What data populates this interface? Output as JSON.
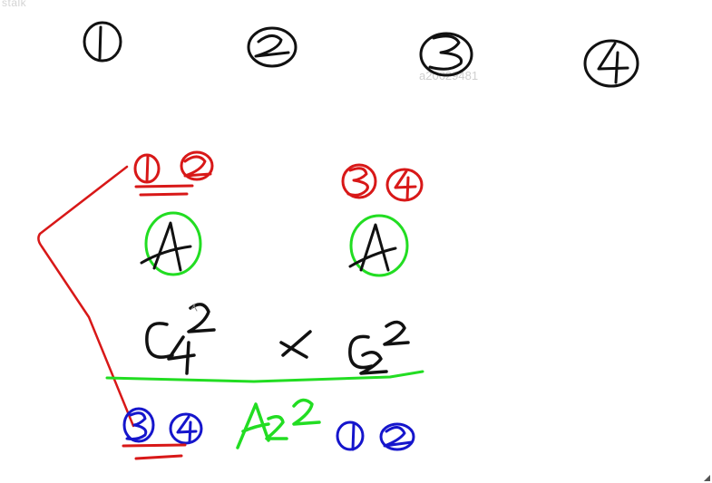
{
  "header": {
    "corner_label": "stalk",
    "watermark": "a20629481"
  },
  "top_row": [
    "1",
    "2",
    "3",
    "4"
  ],
  "pairs": {
    "left": [
      "1",
      "2"
    ],
    "right": [
      "3",
      "4"
    ]
  },
  "arrangement": {
    "left_letter": "A",
    "right_letter": "A"
  },
  "formula": {
    "c1_base": "C",
    "c1_sub": "4",
    "c1_sup": "2",
    "times": "×",
    "c2_base": "C",
    "c2_sub": "2",
    "c2_sup": "2"
  },
  "bottom": {
    "left_pair": [
      "3",
      "4"
    ],
    "a_base": "A",
    "a_sub": "2",
    "a_sup": "2",
    "right_pair": [
      "1",
      "2"
    ]
  },
  "colors": {
    "black": "#111111",
    "red": "#d81818",
    "green": "#22dd22",
    "blue": "#1515cc"
  }
}
